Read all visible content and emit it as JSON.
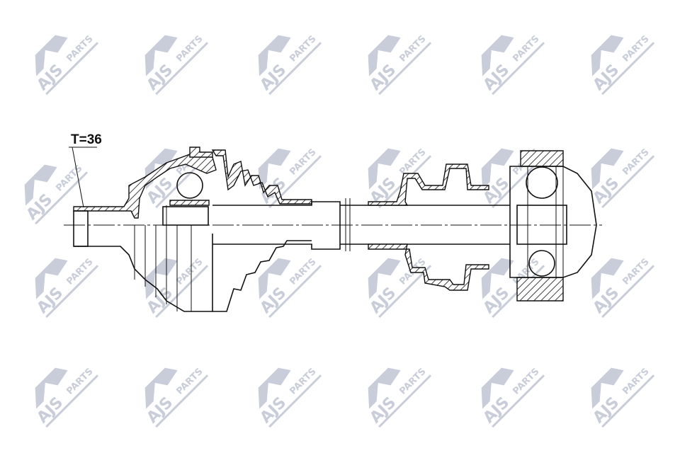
{
  "watermark": {
    "brand": "AJS",
    "suffix": "PARTS",
    "color": "#c9cdd9"
  },
  "drawing": {
    "callout_label": "T=36",
    "line_color": "#111111"
  }
}
